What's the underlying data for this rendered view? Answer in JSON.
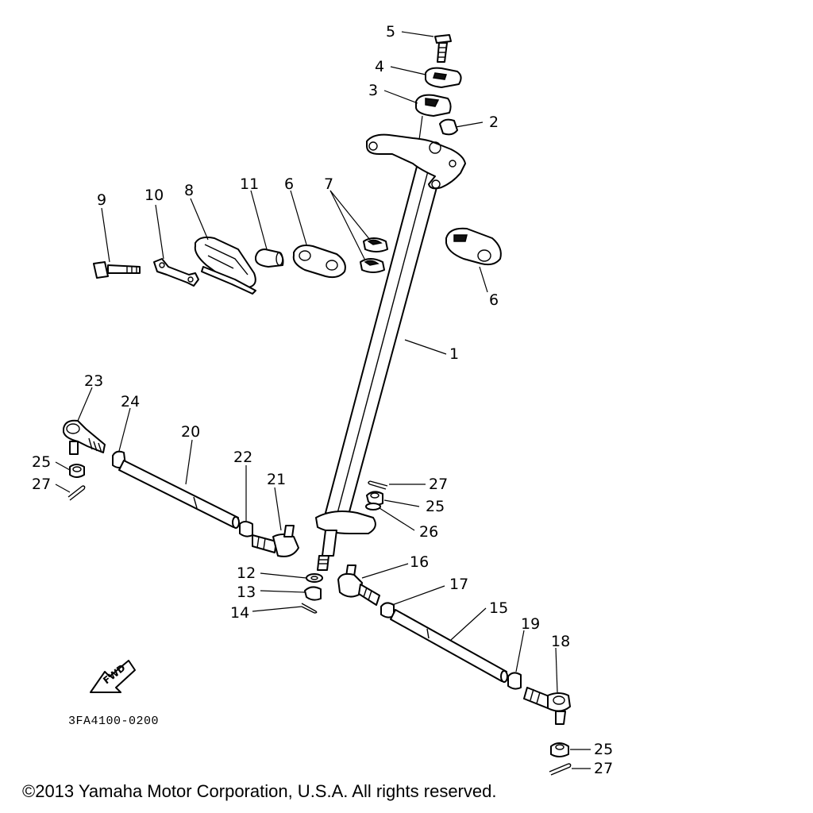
{
  "diagram": {
    "part_code": "3FA4100-0200",
    "fwd_label": "FWD",
    "callouts": {
      "c1": "1",
      "c2": "2",
      "c3": "3",
      "c4": "4",
      "c5": "5",
      "c6a": "6",
      "c6b": "6",
      "c7": "7",
      "c8": "8",
      "c9": "9",
      "c10": "10",
      "c11": "11",
      "c12": "12",
      "c13": "13",
      "c14": "14",
      "c15": "15",
      "c16": "16",
      "c17": "17",
      "c18": "18",
      "c19": "19",
      "c20": "20",
      "c21": "21",
      "c22": "22",
      "c23": "23",
      "c24": "24",
      "c25a": "25",
      "c25b": "25",
      "c25c": "25",
      "c26": "26",
      "c27a": "27",
      "c27b": "27",
      "c27c": "27"
    }
  },
  "copyright": "©2013 Yamaha Motor Corporation, U.S.A. All rights reserved."
}
